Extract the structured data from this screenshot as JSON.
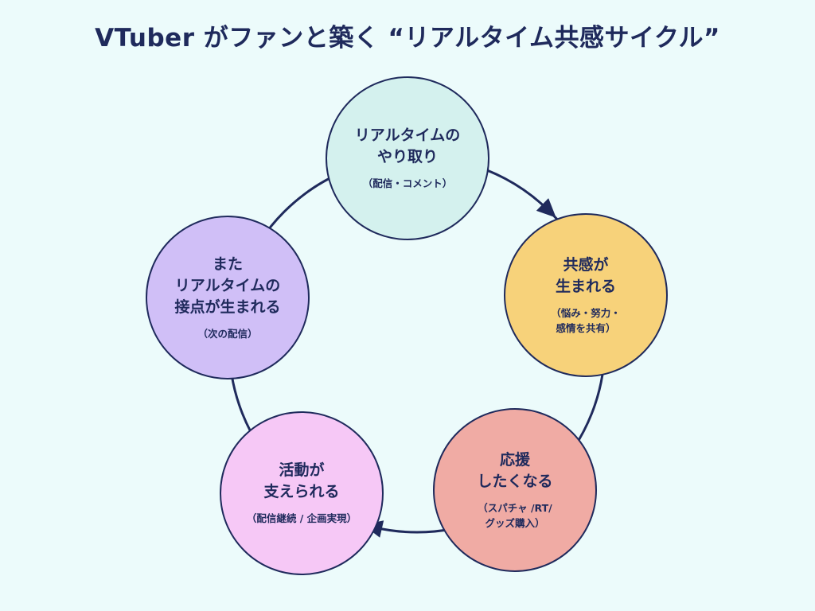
{
  "title": "VTuber がファンと築く “リアルタイム共感サイクル”",
  "colors": {
    "background": "#ecfbfb",
    "stroke": "#1f2a5c",
    "realtime": "#d4f1ee",
    "empathy": "#f7d27a",
    "support": "#f0aba4",
    "activity": "#f6c8f6",
    "next": "#d0bff7"
  },
  "nodes": [
    {
      "id": "realtime",
      "head": "リアルタイムの\nやり取り",
      "sub": "（配信・コメント）"
    },
    {
      "id": "empathy",
      "head": "共感が\n生まれる",
      "sub": "（悩み・努力・\n感情を共有）"
    },
    {
      "id": "support",
      "head": "応援\nしたくなる",
      "sub": "（スパチャ /RT/\nグッズ購入）"
    },
    {
      "id": "activity",
      "head": "活動が\n支えられる",
      "sub": "（配信継続 / 企画実現）"
    },
    {
      "id": "next",
      "head": "また\nリアルタイムの\n接点が生まれる",
      "sub": "（次の配信）"
    }
  ]
}
